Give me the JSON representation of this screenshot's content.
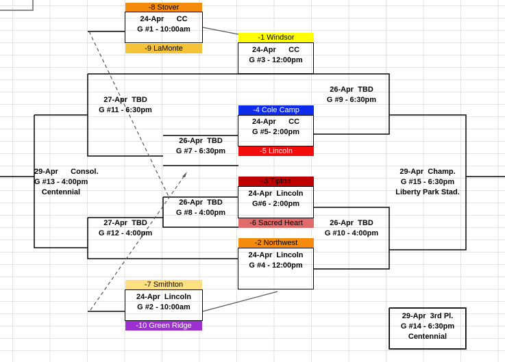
{
  "colors": {
    "orange": "#f58b0c",
    "light_orange": "#f4c33a",
    "yellow": "#ffff00",
    "blue": "#0d2bea",
    "red": "#f20c0c",
    "dark_red": "#c00000",
    "salmon": "#e16a6a",
    "pale_yellow": "#fde081",
    "purple": "#9b2fcf"
  },
  "teams": [
    {
      "id": "stover",
      "label": "-8 Stover",
      "color": "#f58b0c",
      "text_color": "#000000"
    },
    {
      "id": "lamonte",
      "label": "-9 LaMonte",
      "color": "#f4c33a",
      "text_color": "#000000"
    },
    {
      "id": "windsor",
      "label": "-1 Windsor",
      "color": "#ffff00",
      "text_color": "#000000"
    },
    {
      "id": "cole-camp",
      "label": "-4 Cole Camp",
      "color": "#0d2bea",
      "text_color": "#ffffff"
    },
    {
      "id": "lincoln",
      "label": "-5 Lincoln",
      "color": "#f20c0c",
      "text_color": "#ffffff"
    },
    {
      "id": "tipton",
      "label": "-3 Tipton",
      "color": "#c00000",
      "text_color": "#000000"
    },
    {
      "id": "sacred-heart",
      "label": "-6 Sacred Heart",
      "color": "#e16a6a",
      "text_color": "#000000"
    },
    {
      "id": "northwest",
      "label": "-2 Northwest",
      "color": "#f58b0c",
      "text_color": "#000000"
    },
    {
      "id": "smithton",
      "label": "-7 Smithton",
      "color": "#fde081",
      "text_color": "#000000"
    },
    {
      "id": "green-ridge",
      "label": "-10 Green Ridge",
      "color": "#9b2fcf",
      "text_color": "#ffffff"
    }
  ],
  "games": {
    "g1": {
      "line1": "24-Apr      CC",
      "line2": "G #1 - 10:00am"
    },
    "g2": {
      "line1": "24-Apr  Lincoln",
      "line2": "G #2 - 10:00am"
    },
    "g3": {
      "line1": "24-Apr      CC",
      "line2": "G #3 - 12:00pm"
    },
    "g4": {
      "line1": "24-Apr  Lincoln",
      "line2": "G #4 - 12:00pm"
    },
    "g5": {
      "line1": "24-Apr      CC",
      "line2": "G #5- 2:00pm"
    },
    "g6": {
      "line1": "24-Apr  Lincoln",
      "line2": "G#6 - 2:00pm"
    },
    "g7": {
      "line1": "26-Apr  TBD",
      "line2": "G #7 - 6:30pm"
    },
    "g8": {
      "line1": "26-Apr  TBD",
      "line2": "G #8 - 4:00pm"
    },
    "g9": {
      "line1": "26-Apr  TBD",
      "line2": "G #9 - 6:30pm"
    },
    "g10": {
      "line1": "26-Apr  TBD",
      "line2": "G #10 - 4:00pm"
    },
    "g11": {
      "line1": "27-Apr  TBD",
      "line2": "G #11 - 6:30pm"
    },
    "g12": {
      "line1": "27-Apr  TBD",
      "line2": "G #12 - 4:00pm"
    },
    "g13": {
      "line1": "29-Apr      Consol.",
      "line2": "G #13 - 4:00pm",
      "line3": "Centennial"
    },
    "g14": {
      "line1": "29-Apr  3rd Pl.",
      "line2": "G #14 - 6:30pm",
      "line3": "Centennial"
    },
    "g15": {
      "line1": "29-Apr  Champ.",
      "line2": "G #15 - 6:30pm",
      "line3": "Liberty Park Stad."
    }
  }
}
